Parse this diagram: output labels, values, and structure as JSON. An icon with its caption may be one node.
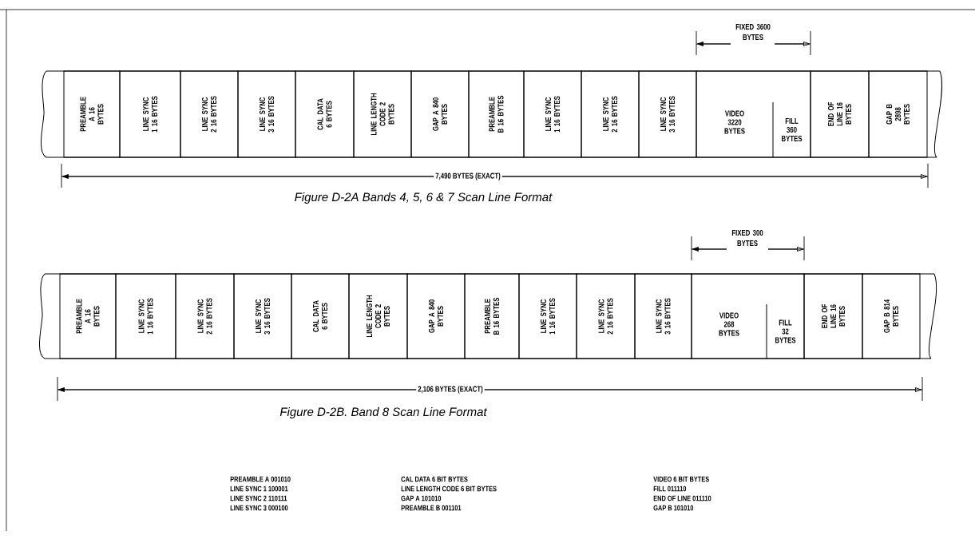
{
  "diagram": {
    "nodes": [
      {
        "text": [
          "PREAMBLE A 16 BYTES"
        ]
      },
      {
        "text": [
          "LINE SYNC 1 16 BYTES"
        ]
      },
      {
        "text": [
          "LINE SYNC 2 16 BYTES"
        ]
      },
      {
        "text": [
          "LINE SYNC 3 16 BYTES"
        ]
      },
      {
        "text": [
          "CAL DATA 6 BYTES"
        ]
      },
      {
        "text": [
          "LINE LENGTH CODE 2 BYTES"
        ]
      },
      {
        "text": [
          "GAP A 840 BYTES"
        ]
      },
      {
        "text": [
          "PREAMBLE B 16 BYTES"
        ]
      },
      {
        "text": [
          "LINE SYNC 1 16 BYTES"
        ]
      },
      {
        "text": [
          "LINE SYNC 2 16 BYTES"
        ]
      },
      {
        "text": [
          "LINE SYNC 3 16 BYTES"
        ]
      },
      {
        "text": [
          "VIDEO 3220 BYTES"
        ]
      },
      {
        "text": [
          "FILL 360 BYTES"
        ]
      },
      {
        "text": [
          "END OF LINE 16 BYTES"
        ]
      },
      {
        "text": [
          "GAP B 2898 BYTES"
        ]
      },
      {
        "text": [
          "PREAMBLE A 16 BYTES"
        ]
      },
      {
        "text": [
          "LINE SYNC 1 16 BYTES"
        ]
      },
      {
        "text": [
          "LINE SYNC 2 16 BYTES"
        ]
      },
      {
        "text": [
          "LINE SYNC 3 16 BYTES"
        ]
      },
      {
        "text": [
          "CAL DATA 6 BYTES"
        ]
      },
      {
        "text": [
          "LINE LENGTH CODE 2 BYTES"
        ]
      },
      {
        "text": [
          "GAP A 840 BYTES"
        ]
      },
      {
        "text": [
          "PREAMBLE B 16 BYTES"
        ]
      },
      {
        "text": [
          "LINE SYNC 1 16 BYTES"
        ]
      },
      {
        "text": [
          "LINE SYNC 2 16 BYTES"
        ]
      },
      {
        "text": [
          "LINE SYNC 3 16 BYTES"
        ]
      },
      {
        "text": [
          "VIDEO 268 BYTES"
        ]
      },
      {
        "text": [
          "FILL 32 BYTES"
        ]
      },
      {
        "text": [
          "END OF LINE 16 BYTES"
        ]
      },
      {
        "text": [
          "GAP B 814 BYTES"
        ]
      }
    ],
    "labels": [
      "FIXED 3600 BYTES",
      "7,490 BYTES (EXACT)",
      "Figure D-2A Bands 4, 5, 6 & 7 Scan Line Format",
      "FIXED 300 BYTES",
      "2,106 BYTES (EXACT)",
      "Figure D-2B. Band 8 Scan Line Format",
      "PREAMBLE A 001010",
      "CAL DATA 6 BIT BYTES",
      "VIDEO 6 BIT BYTES",
      "LINE SYNC 1 100001",
      "LINE LENGTH CODE 6 BIT BYTES",
      "FILL 011110",
      "LINE SYNC 2 110111",
      "GAP A 101010",
      "END OF LINE 011110",
      "LINE SYNC 3 000100",
      "PREAMBLE B 001101",
      "GAP B 101010"
    ]
  }
}
